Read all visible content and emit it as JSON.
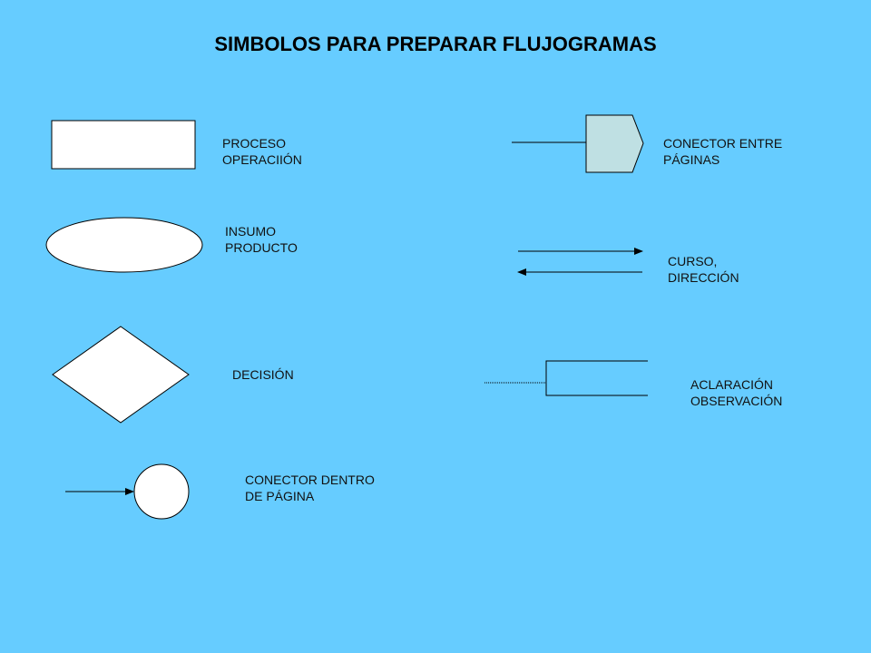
{
  "title": "SIMBOLOS PARA PREPARAR FLUJOGRAMAS",
  "colors": {
    "background": "#66CCFF",
    "shape_fill": "#FFFFFF",
    "offpage_fill": "#BFE0E3",
    "stroke": "#000000"
  },
  "symbols": [
    {
      "shape": "rectangle",
      "icon": "process-rectangle-icon",
      "lines": [
        "PROCESO",
        "OPERACIIÓN"
      ]
    },
    {
      "shape": "ellipse",
      "icon": "io-ellipse-icon",
      "lines": [
        "INSUMO",
        "PRODUCTO"
      ]
    },
    {
      "shape": "diamond",
      "icon": "decision-diamond-icon",
      "lines": [
        "DECISIÓN"
      ]
    },
    {
      "shape": "circle",
      "icon": "onpage-connector-icon",
      "lines": [
        "CONECTOR DENTRO",
        "DE PÁGINA"
      ]
    },
    {
      "shape": "pentagon",
      "icon": "offpage-connector-icon",
      "lines": [
        "CONECTOR ENTRE",
        "PÁGINAS"
      ]
    },
    {
      "shape": "arrows",
      "icon": "flow-arrows-icon",
      "lines": [
        "CURSO,",
        "DIRECCIÓN"
      ]
    },
    {
      "shape": "bracket",
      "icon": "annotation-bracket-icon",
      "lines": [
        "ACLARACIÓN",
        "OBSERVACIÓN"
      ]
    }
  ]
}
